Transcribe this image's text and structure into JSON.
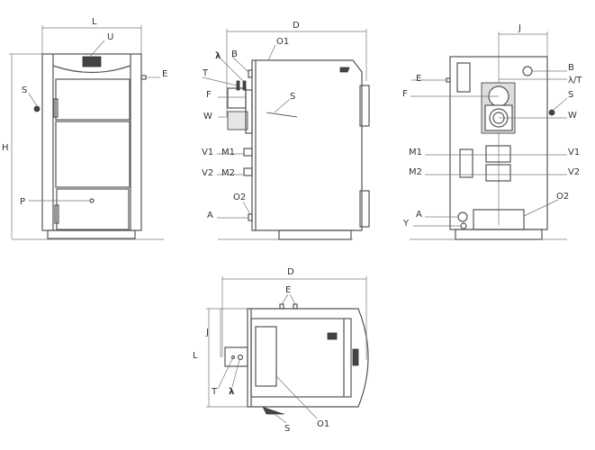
{
  "title": "Boiler dimensional drawing",
  "front_view": {
    "L": "L",
    "U": "U",
    "E": "E",
    "S": "S",
    "H": "H",
    "P": "P"
  },
  "side_view": {
    "D": "D",
    "O1": "O1",
    "B": "B",
    "lambda": "λ",
    "T": "T",
    "F": "F",
    "W": "W",
    "V1": "V1",
    "M1": "M1",
    "V2": "V2",
    "M2": "M2",
    "O2": "O2",
    "A": "A",
    "S": "S"
  },
  "back_view": {
    "J": "J",
    "B": "B",
    "lambda_T": "λ/T",
    "S": "S",
    "W": "W",
    "E": "E",
    "F": "F",
    "M1": "M1",
    "M2": "M2",
    "V1": "V1",
    "V2": "V2",
    "O2": "O2",
    "A": "A",
    "Y": "Y"
  },
  "top_view": {
    "D": "D",
    "E": "E",
    "L": "L",
    "J": "J",
    "T": "T",
    "lambda": "λ",
    "S": "S",
    "O1": "O1"
  }
}
